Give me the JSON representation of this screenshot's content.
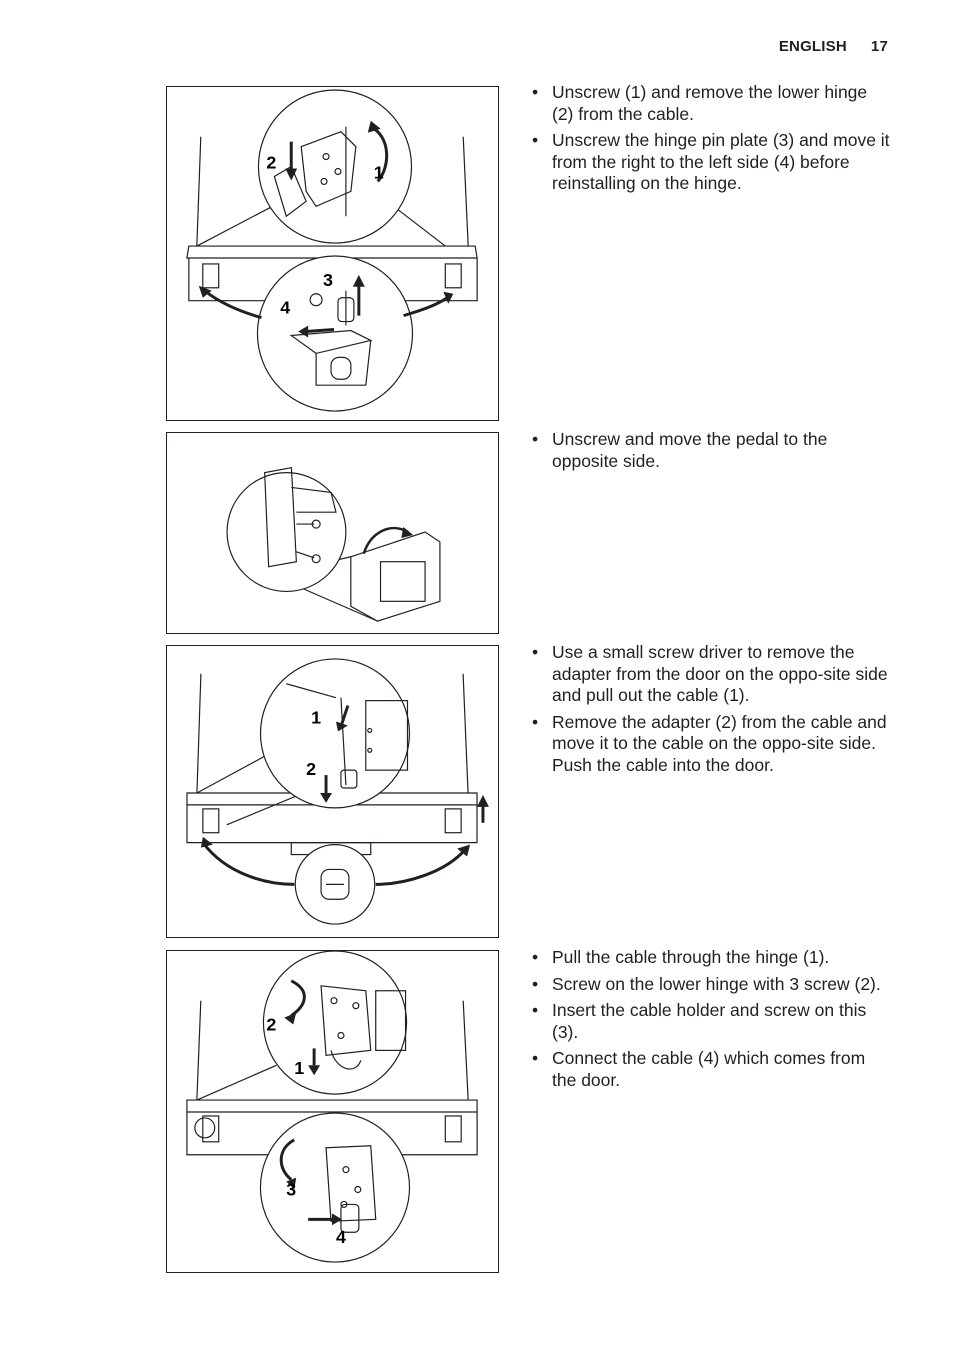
{
  "header": {
    "language": "ENGLISH",
    "page_number": "17"
  },
  "sections": [
    {
      "steps": [
        "Unscrew (1) and remove the lower hinge (2) from the cable.",
        "Unscrew the hinge pin plate (3) and move it from the right to the left side (4) before reinstalling on the hinge."
      ],
      "callouts": [
        "2",
        "1",
        "3",
        "4"
      ]
    },
    {
      "steps": [
        "Unscrew and move the pedal to the opposite side."
      ],
      "callouts": []
    },
    {
      "steps": [
        "Use a small screw driver to remove the adapter from the door on the oppo-site side and pull out the cable (1).",
        "Remove the adapter (2) from the cable and move it to the cable on the oppo-site side. Push the cable into the door."
      ],
      "callouts": [
        "1",
        "2"
      ]
    },
    {
      "steps": [
        "Pull the cable through the hinge (1).",
        "Screw on the lower hinge with 3 screw (2).",
        "Insert the cable holder and screw on this (3).",
        "Connect the cable (4) which comes from the door."
      ],
      "callouts": [
        "2",
        "1",
        "3",
        "4"
      ]
    }
  ]
}
